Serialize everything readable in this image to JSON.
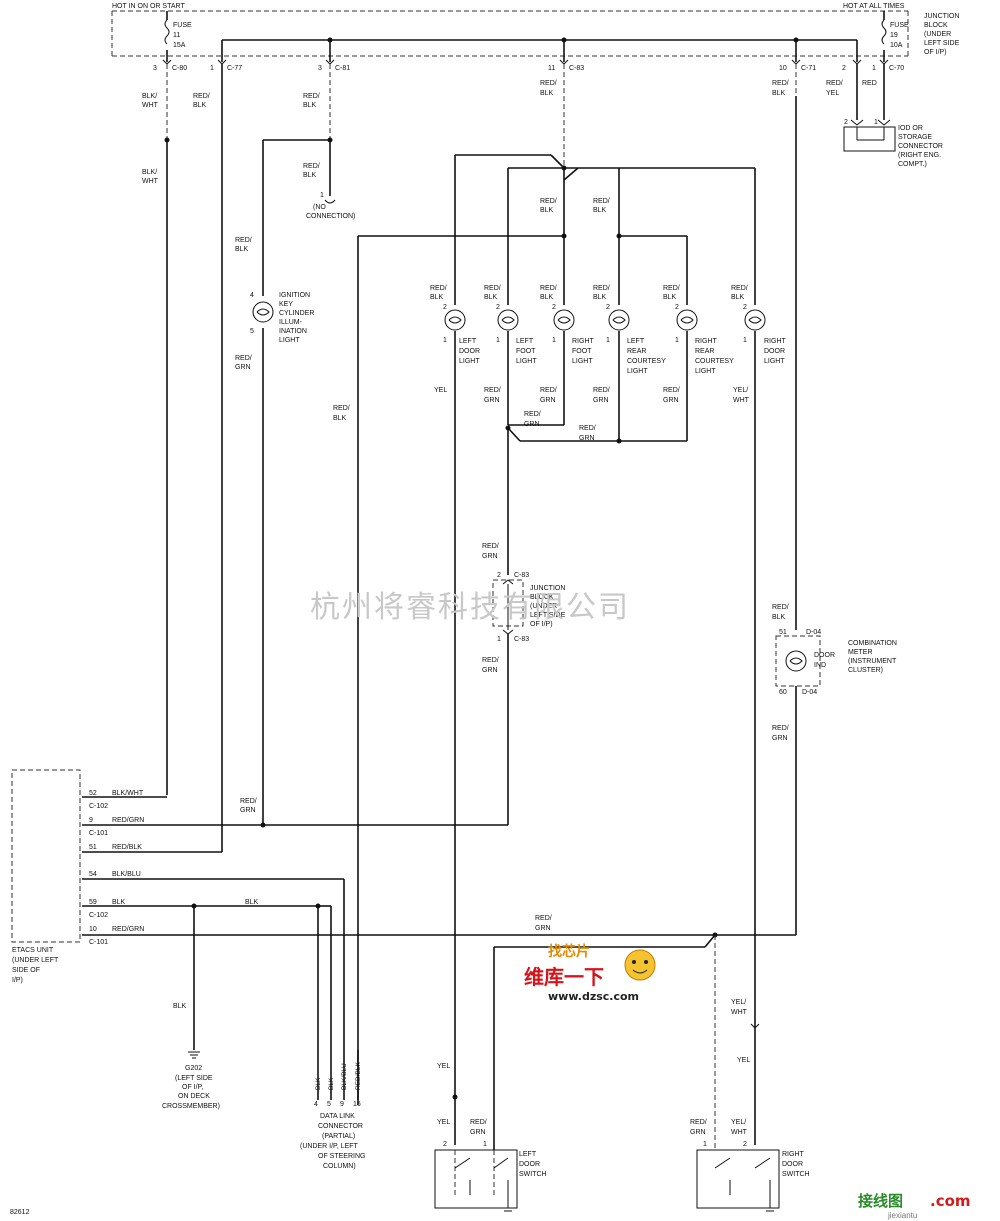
{
  "header": {
    "hot_run": "HOT IN ON OR START",
    "hot_always": "HOT AT ALL TIMES"
  },
  "fuses": {
    "left": {
      "name": "FUSE",
      "num": "11",
      "amp": "15A"
    },
    "right": {
      "name": "FUSE",
      "num": "19",
      "amp": "10A"
    }
  },
  "junction_block_top": [
    "JUNCTION",
    "BLOCK",
    "(UNDER",
    "LEFT SIDE",
    "OF I/P)"
  ],
  "top_connectors": [
    {
      "pin": "3",
      "conn": "C-80"
    },
    {
      "pin": "1",
      "conn": "C-77"
    },
    {
      "pin": "3",
      "conn": "C-81"
    },
    {
      "pin": "11",
      "conn": "C-83"
    },
    {
      "pin": "10",
      "conn": "C-71"
    },
    {
      "pin": "2",
      "conn": ""
    },
    {
      "pin": "1",
      "conn": "C-70"
    }
  ],
  "wire_colors": {
    "blk_wht": [
      "BLK/",
      "WHT"
    ],
    "red_blk": [
      "RED/",
      "BLK"
    ],
    "red_grn": [
      "RED/",
      "GRN"
    ],
    "red_yel": [
      "RED/",
      "YEL"
    ],
    "red": "RED",
    "yel": "YEL",
    "yel_wht": [
      "YEL/",
      "WHT"
    ],
    "blk": "BLK"
  },
  "iod_connector": [
    "IOD OR",
    "STORAGE",
    "CONNECTOR",
    "(RIGHT ENG.",
    "COMPT.)"
  ],
  "no_connection": [
    "(NO",
    "CONNECTION)"
  ],
  "ignition_light": [
    "IGNITION",
    "KEY",
    "CYLINDER",
    "ILLUM-",
    "INATION",
    "LIGHT"
  ],
  "lights": [
    {
      "label": [
        "LEFT",
        "DOOR",
        "LIGHT"
      ]
    },
    {
      "label": [
        "LEFT",
        "FOOT",
        "LIGHT"
      ]
    },
    {
      "label": [
        "RIGHT",
        "FOOT",
        "LIGHT"
      ]
    },
    {
      "label": [
        "LEFT",
        "REAR",
        "COURTESY",
        "LIGHT"
      ]
    },
    {
      "label": [
        "RIGHT",
        "REAR",
        "COURTESY",
        "LIGHT"
      ]
    },
    {
      "label": [
        "RIGHT",
        "DOOR",
        "LIGHT"
      ]
    }
  ],
  "junction_block_mid": [
    "JUNCTION",
    "BLOCK",
    "(UNDER",
    "LEFT SIDE",
    "OF I/P)"
  ],
  "mid_conn_top": "C-83",
  "mid_conn_bot": "C-83",
  "combination_meter": [
    "COMBINATION",
    "METER",
    "(INSTRUMENT",
    "CLUSTER)"
  ],
  "door_ind": [
    "DOOR",
    "IND"
  ],
  "meter_pins": {
    "top": "51",
    "top_conn": "D-04",
    "bot": "60",
    "bot_conn": "D-04"
  },
  "etacs": {
    "label": [
      "ETACS UNIT",
      "(UNDER LEFT",
      "SIDE OF",
      "I/P)"
    ],
    "pins": [
      {
        "pin": "52",
        "color": "BLK/WHT",
        "conn": "C-102"
      },
      {
        "pin": "9",
        "color": "RED/GRN",
        "conn": "C-101"
      },
      {
        "pin": "51",
        "color": "RED/BLK",
        "conn": ""
      },
      {
        "pin": "54",
        "color": "BLK/BLU",
        "conn": ""
      },
      {
        "pin": "59",
        "color": "BLK",
        "conn": "C-102"
      },
      {
        "pin": "10",
        "color": "RED/GRN",
        "conn": "C-101"
      }
    ]
  },
  "ground": {
    "name": "G202",
    "label": [
      "(LEFT SIDE",
      "OF I/P,",
      "ON DECK",
      "CROSSMEMBER)"
    ]
  },
  "dlc": {
    "wires": [
      "BLK",
      "BLK",
      "BLK/BLU",
      "RED/BLK"
    ],
    "pins": [
      "4",
      "5",
      "9",
      "16"
    ],
    "label": [
      "DATA LINK",
      "CONNECTOR",
      "(PARTIAL)",
      "(UNDER I/P, LEFT",
      "OF STEERING",
      "COLUMN)"
    ]
  },
  "left_door_switch": [
    "LEFT",
    "DOOR",
    "SWITCH"
  ],
  "right_door_switch": [
    "RIGHT",
    "DOOR",
    "SWITCH"
  ],
  "watermark": "杭州将睿科技有限公司",
  "brand": {
    "top": "找芯片",
    "mid": "维库一下",
    "url": "www.dzsc.com"
  },
  "figure_id": "82612",
  "footer_logo": {
    "main": "接线图",
    "suffix": ".com",
    "sub": "jiexiantu"
  }
}
